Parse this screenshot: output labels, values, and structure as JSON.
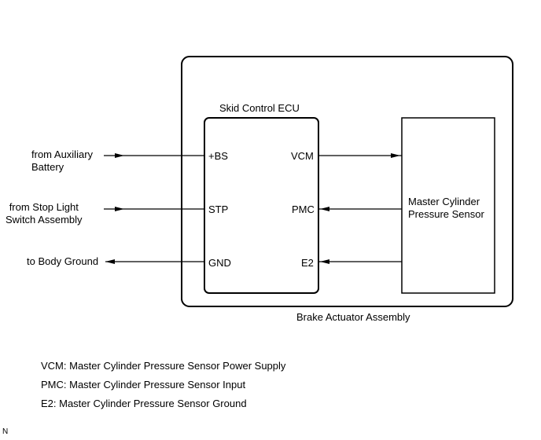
{
  "diagram": {
    "assembly_label": "Brake Actuator Assembly",
    "ecu_label": "Skid Control ECU",
    "sensor_label": "Master Cylinder\nPressure Sensor",
    "external": {
      "auxiliary_battery": "from Auxiliary\nBattery",
      "stop_light": "from Stop Light\nSwitch Assembly",
      "body_ground": "to Body Ground"
    },
    "ecu_terminals": {
      "bs": "+BS",
      "stp": "STP",
      "gnd": "GND",
      "vcm": "VCM",
      "pmc": "PMC",
      "e2": "E2"
    }
  },
  "legend": [
    "VCM: Master Cylinder Pressure Sensor Power Supply",
    "PMC: Master Cylinder Pressure Sensor Input",
    "E2: Master Cylinder Pressure Sensor Ground"
  ],
  "corner_mark": "N"
}
